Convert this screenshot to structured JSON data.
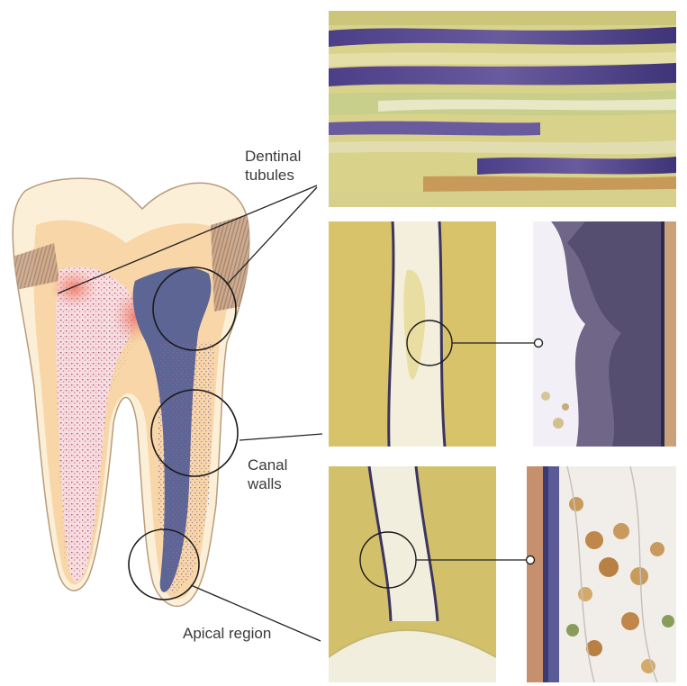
{
  "labels": {
    "dentinal_tubules": {
      "line1": "Dentinal",
      "line2": "tubules"
    },
    "canal_walls": {
      "line1": "Canal",
      "line2": "walls"
    },
    "apical_region": "Apical region"
  },
  "panels": [
    {
      "id": "tubules-longitudinal",
      "description_icon": "histology-stained-tubules-image"
    },
    {
      "id": "canal-wall-low",
      "description_icon": "histology-canal-section-image"
    },
    {
      "id": "canal-wall-high",
      "description_icon": "histology-biofilm-closeup-image"
    },
    {
      "id": "apical-low",
      "description_icon": "histology-apical-section-image"
    },
    {
      "id": "apical-high",
      "description_icon": "histology-apical-cells-closeup-image"
    }
  ],
  "colors": {
    "enamel": "#fcefd8",
    "dentin": "#f8d6a8",
    "pulp_pink": "#f6cfd2",
    "infected_blue": "#5d6594",
    "leader_line": "#222222",
    "stain_yellow": "#d8cc7a",
    "stain_purple": "#5c4f93"
  }
}
